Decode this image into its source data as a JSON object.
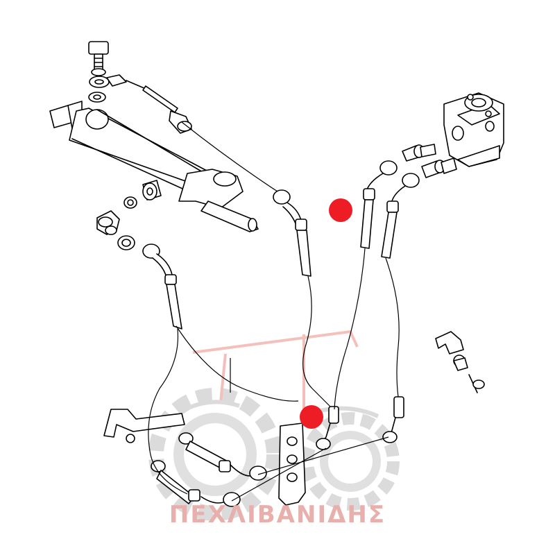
{
  "watermark": {
    "text": "ΠΕΧΛΙΒΑΝΙΔΗΣ",
    "color": "#e8b0ac"
  },
  "hotspots": [
    {
      "id": "hotspot-upper",
      "color": "#ee1c25"
    },
    {
      "id": "hotspot-lower",
      "color": "#ee1c25"
    }
  ],
  "line_color": "#000000"
}
